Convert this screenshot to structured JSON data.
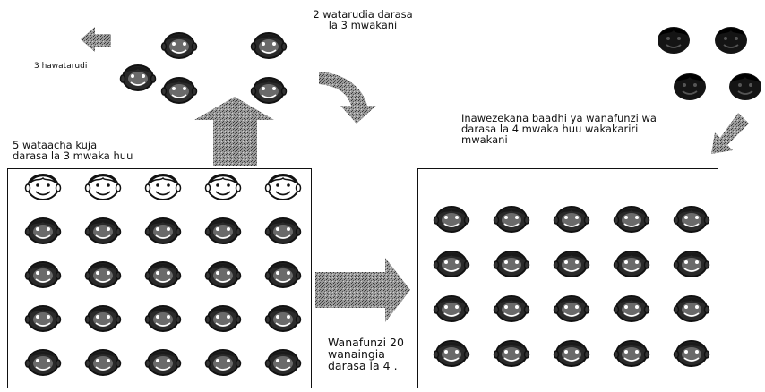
{
  "labels": {
    "returners_line1": "2 watarudia darasa",
    "returners_line2": "la 3 mwakani",
    "not_return": "3 hawatarudi",
    "dropout_line1": "5 wataacha kuja",
    "dropout_line2": "darasa la 3 mwaka huu",
    "repeat_line1": "Inawezekana baadhi ya wanafunzi wa",
    "repeat_line2": "darasa la 4 mwaka huu wakakariri",
    "repeat_line3": "mwakani",
    "promoted_line1": "Wanafunzi 20",
    "promoted_line2": "wanaingia",
    "promoted_line3": "darasa la 4 ."
  },
  "counts": {
    "class3_total": 25,
    "class3_dropouts": 5,
    "dropouts_returning": 2,
    "dropouts_not_returning": 3,
    "class4_promoted": 20,
    "class4_repeaters_shown": 4
  },
  "colors": {
    "ink": "#111111",
    "light_face": "#ffffff",
    "dark_face": "#2a2a2a",
    "arrow_grain": "#7a7a7a"
  }
}
